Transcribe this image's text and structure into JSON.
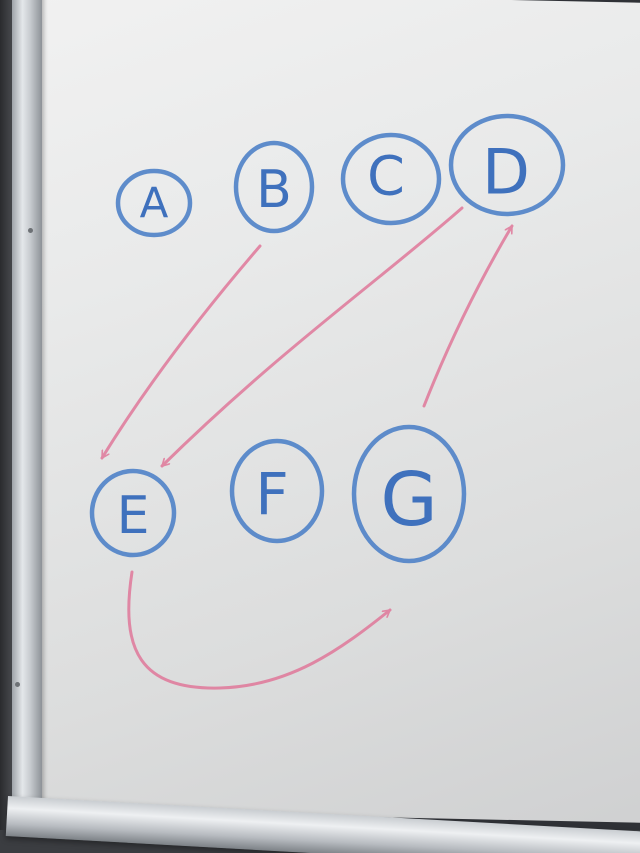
{
  "diagram": {
    "type": "directed-graph",
    "medium": "whiteboard",
    "colors": {
      "node_marker": "#4f82c8",
      "edge_marker": "#e0789a"
    },
    "nodes": [
      {
        "id": "A",
        "label": "A"
      },
      {
        "id": "B",
        "label": "B"
      },
      {
        "id": "C",
        "label": "C"
      },
      {
        "id": "D",
        "label": "D"
      },
      {
        "id": "E",
        "label": "E"
      },
      {
        "id": "F",
        "label": "F"
      },
      {
        "id": "G",
        "label": "G"
      }
    ],
    "edges": [
      {
        "from": "B",
        "to": "E"
      },
      {
        "from": "D",
        "to": "E"
      },
      {
        "from": "G",
        "to": "D"
      },
      {
        "from": "E",
        "to": "G"
      }
    ]
  }
}
